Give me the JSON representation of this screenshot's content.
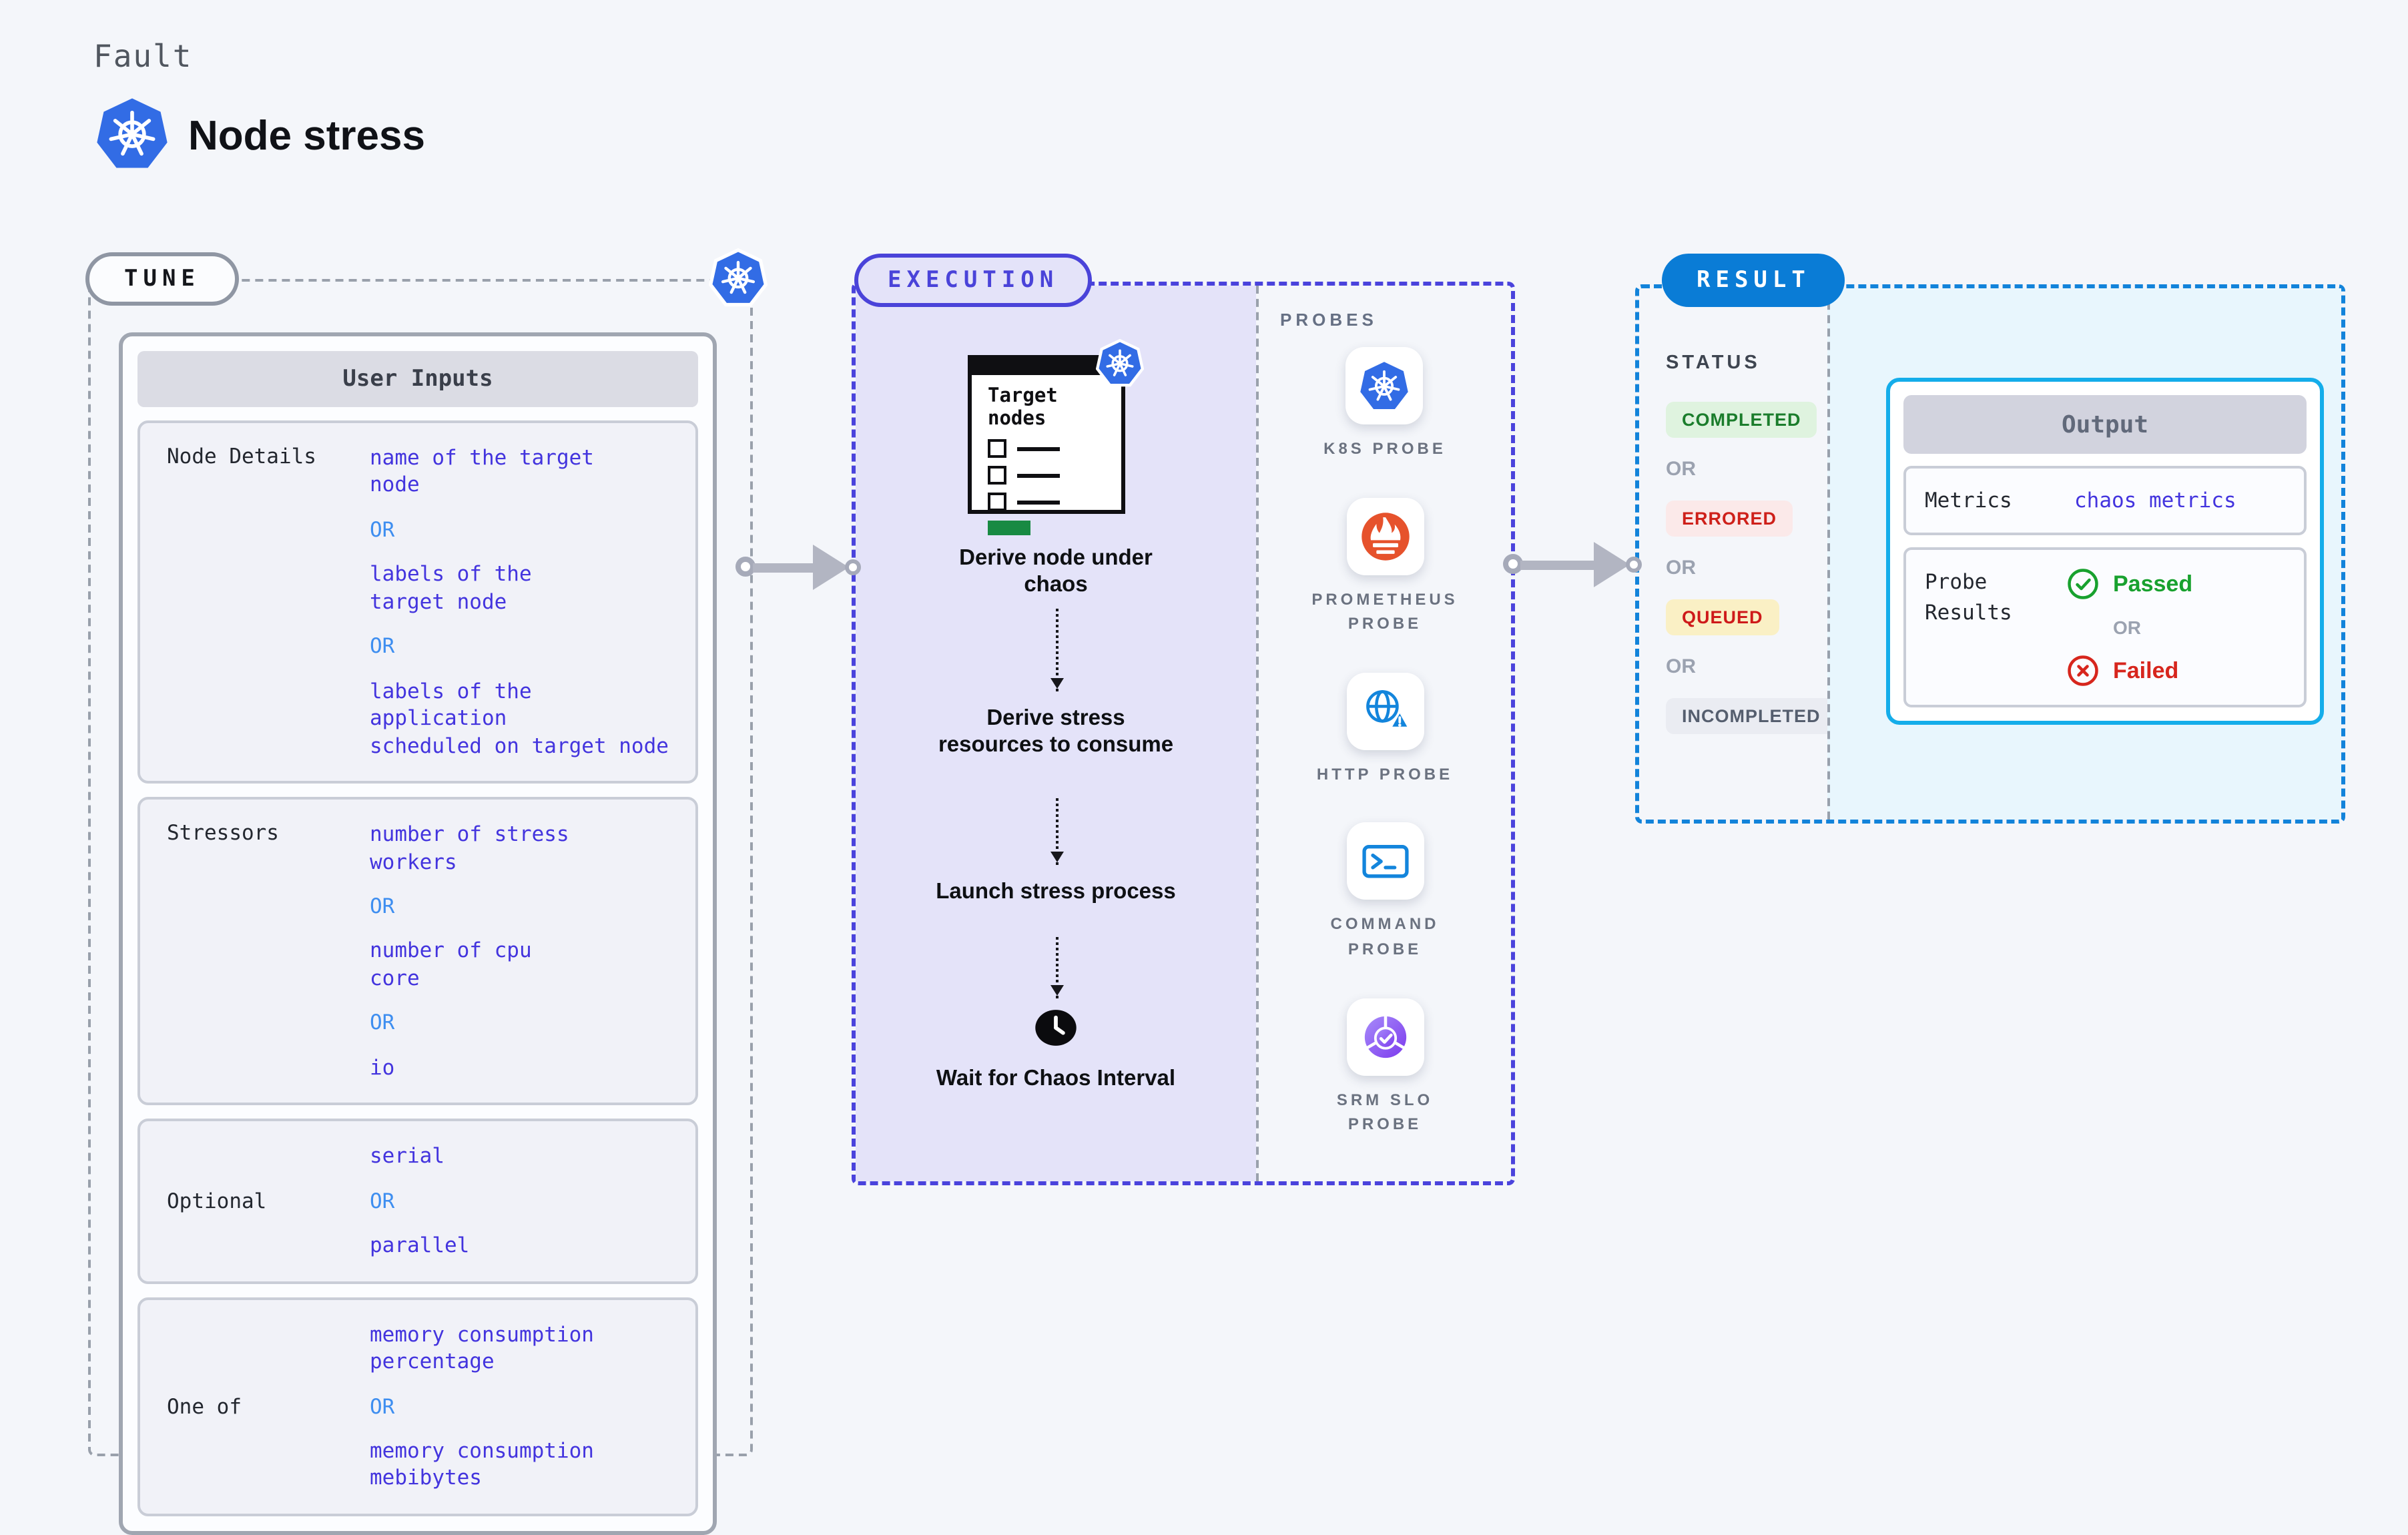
{
  "header": {
    "kicker": "Fault",
    "title": "Node stress"
  },
  "tune": {
    "pill": "TUNE",
    "table_header": "User Inputs",
    "or": "OR",
    "rows": [
      {
        "label": "Node Details",
        "values": [
          "name of the target\nnode",
          "labels of the\ntarget node",
          "labels of the application\n scheduled on target node"
        ]
      },
      {
        "label": "Stressors",
        "values": [
          "number of stress\nworkers",
          "number of cpu\ncore",
          "io"
        ]
      },
      {
        "label": "Optional",
        "values": [
          "serial",
          "parallel"
        ]
      },
      {
        "label": "One of",
        "values": [
          "memory consumption\npercentage",
          "memory consumption\nmebibytes"
        ]
      }
    ]
  },
  "execution": {
    "pill": "EXECUTION",
    "card_title": "Target nodes",
    "steps": [
      "Derive node under chaos",
      "Derive stress resources to consume",
      "Launch stress process",
      "Wait for Chaos Interval"
    ]
  },
  "probes": {
    "heading": "PROBES",
    "items": [
      "K8S PROBE",
      "PROMETHEUS PROBE",
      "HTTP PROBE",
      "COMMAND PROBE",
      "SRM SLO PROBE"
    ]
  },
  "result": {
    "pill": "RESULT",
    "status_heading": "STATUS",
    "or": "OR",
    "statuses": [
      {
        "label": "COMPLETED",
        "style": "color:#1B7D2C;background:#DFF3DF"
      },
      {
        "label": "ERRORED",
        "style": "color:#CE201A;background:#FBE9E9"
      },
      {
        "label": "QUEUED",
        "style": "color:#CE1A1A;background:#FAF0C5"
      },
      {
        "label": "INCOMPLETED",
        "style": "color:#555E6E;background:#EAECF2"
      }
    ],
    "output": {
      "header": "Output",
      "metrics_label": "Metrics",
      "metrics_value": "chaos metrics",
      "probe_results_label": "Probe Results",
      "passed": "Passed",
      "failed": "Failed"
    }
  },
  "colors": {
    "page_bg": "#F4F6FA",
    "tune_dash": "#99A0AB",
    "execution_accent": "#4A43D9",
    "execution_fill": "#E4E3F9",
    "value_indigo": "#4334DE",
    "or_blue": "#3E8EF0",
    "result_blue": "#0A7CD6",
    "result_dash": "#1283DA",
    "output_border": "#14ADEA",
    "output_panel_fill": "#E8F6FD",
    "k8s_blue": "#326CE5",
    "prometheus_orange": "#E6522C",
    "probe_icon_blue": "#1385DC",
    "srm_purple": "#7C3AED",
    "passed_green": "#18A12E",
    "failed_red": "#D7261D",
    "arrow_gray": "#B2B5C2",
    "target_button_green": "#188A43"
  }
}
